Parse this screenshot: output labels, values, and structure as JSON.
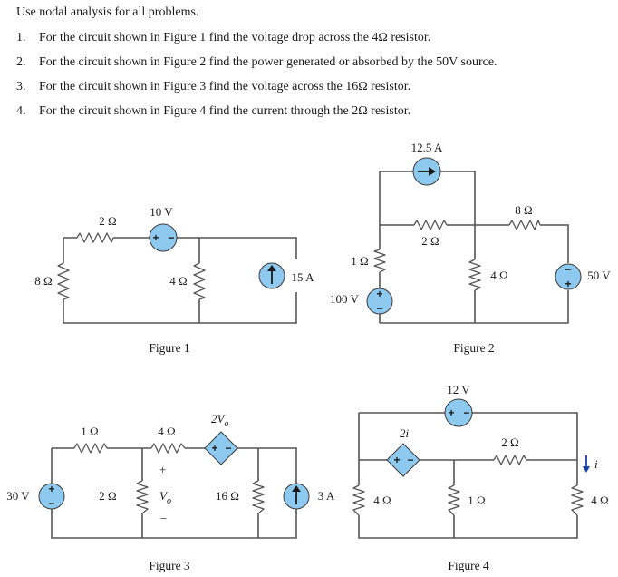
{
  "header": "Use nodal analysis for all problems.",
  "problems": [
    {
      "num": "1.",
      "text": "For the circuit shown in Figure 1 find the voltage drop across the 4Ω resistor."
    },
    {
      "num": "2.",
      "text": "For the circuit shown in Figure 2 find the power generated or absorbed by the 50V source."
    },
    {
      "num": "3.",
      "text": "For the circuit shown in Figure 3 find the voltage across the 16Ω resistor."
    },
    {
      "num": "4.",
      "text": "For the circuit shown in Figure 4 find the current through the 2Ω resistor."
    }
  ],
  "fig1": {
    "caption": "Figure 1",
    "r_left": "8 Ω",
    "r_top": "2 Ω",
    "vsrc": "10 V",
    "r_mid": "4 Ω",
    "isrc": "15 A"
  },
  "fig2": {
    "caption": "Figure 2",
    "isrc": "12.5 A",
    "r_top": "8 Ω",
    "r_inner": "2 Ω",
    "r_left": "1 Ω",
    "vsrc_left": "100 V",
    "r_mid": "4 Ω",
    "vsrc_right": "50 V"
  },
  "fig3": {
    "caption": "Figure 3",
    "r1": "1 Ω",
    "r2": "4 Ω",
    "dep": "2V",
    "dep_sub": "o",
    "vsrc": "30 V",
    "r3": "2 Ω",
    "vo": "V",
    "vo_sub": "o",
    "plus": "+",
    "minus": "−",
    "r4": "16 Ω",
    "isrc": "3 A"
  },
  "fig4": {
    "caption": "Figure 4",
    "vsrc": "12 V",
    "dep": "2i",
    "r_top": "2 Ω",
    "r_left": "4 Ω",
    "r_mid": "1 Ω",
    "r_right": "4 Ω",
    "cur": "i"
  },
  "colors": {
    "source_fill": "#8ec9f0",
    "wire": "#555555",
    "arrow": "#1a3fa8"
  }
}
